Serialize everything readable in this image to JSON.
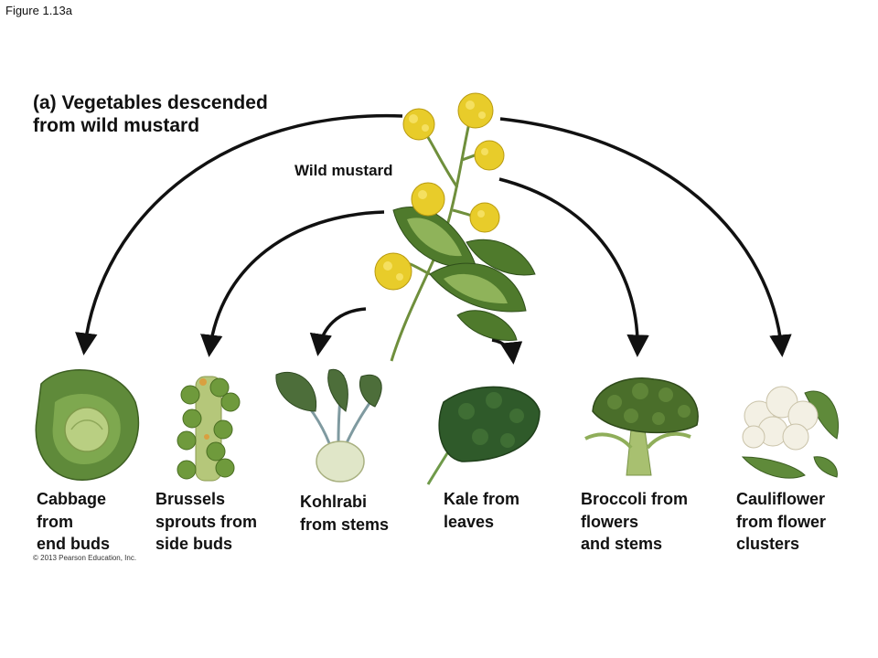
{
  "figure_label": "Figure 1.13a",
  "title_lines": [
    "(a) Vegetables descended",
    "from wild mustard"
  ],
  "source_label": "Wild mustard",
  "vegetables": [
    {
      "id": "cabbage",
      "lines": [
        "Cabbage",
        "from",
        "end buds"
      ]
    },
    {
      "id": "brussels",
      "lines": [
        "Brussels",
        "sprouts from",
        "side buds"
      ]
    },
    {
      "id": "kohlrabi",
      "lines": [
        "Kohlrabi",
        "from stems"
      ]
    },
    {
      "id": "kale",
      "lines": [
        "Kale from",
        "leaves"
      ]
    },
    {
      "id": "broccoli",
      "lines": [
        "Broccoli from",
        "flowers",
        "and stems"
      ]
    },
    {
      "id": "cauliflower",
      "lines": [
        "Cauliflower",
        "from flower",
        "clusters"
      ]
    }
  ],
  "copyright": "© 2013 Pearson Education, Inc.",
  "colors": {
    "flower": "#e8cc2a",
    "leaf_dark": "#4f7a2c",
    "leaf_light": "#8fb35a",
    "cabbage": "#6f9a45",
    "brussels_stalk": "#b5c77a",
    "kale": "#2f5a2a",
    "broccoli": "#4a6e2a",
    "cauliflower": "#f3f0e4",
    "arrow": "#111111"
  }
}
